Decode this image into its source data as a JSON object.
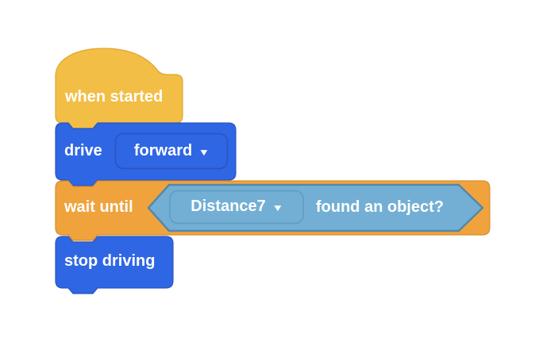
{
  "workspace": {
    "background": "#ffffff"
  },
  "colors": {
    "event_block_fill": "#f2be45",
    "event_block_border": "#dca634",
    "drivetrain_block_fill": "#2f66e4",
    "drivetrain_block_border": "#2a54c0",
    "control_block_fill": "#f0a33d",
    "control_block_border": "#d68c26",
    "sensing_block_fill": "#73afd5",
    "sensing_block_border": "#5588aa",
    "label_text": "#ffffff"
  },
  "blocks": {
    "when_started": {
      "label": "when started"
    },
    "drive": {
      "label": "drive",
      "dropdown_value": "forward"
    },
    "wait_until": {
      "label": "wait until"
    },
    "distance_condition": {
      "dropdown_value": "Distance7",
      "condition_label": "found an object?"
    },
    "stop_driving": {
      "label": "stop driving"
    }
  },
  "icons": {
    "dropdown_arrow": "▼"
  }
}
